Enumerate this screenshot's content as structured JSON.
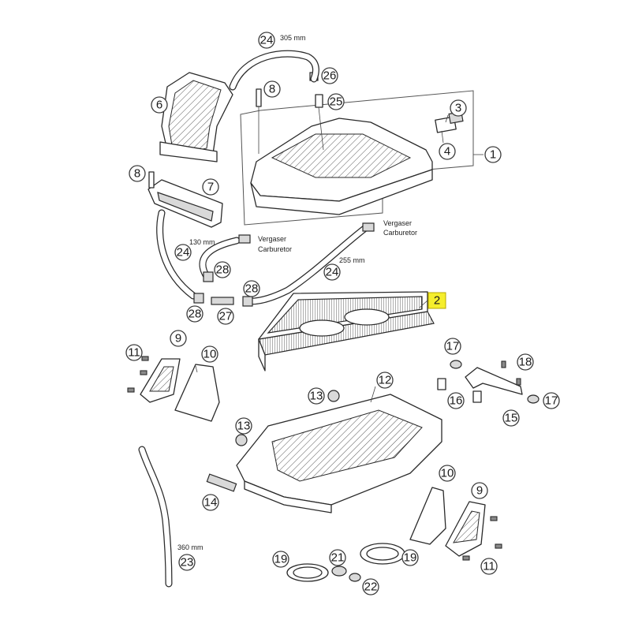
{
  "callouts": {
    "c1": "1",
    "c2": "2",
    "c3": "3",
    "c4": "4",
    "c6": "6",
    "c7": "7",
    "c8": "8",
    "c8b": "8",
    "c9": "9",
    "c9b": "9",
    "c10": "10",
    "c10b": "10",
    "c11": "11",
    "c11b": "11",
    "c12": "12",
    "c13": "13",
    "c13b": "13",
    "c14": "14",
    "c15": "15",
    "c16": "16",
    "c17": "17",
    "c17b": "17",
    "c18": "18",
    "c19": "19",
    "c19b": "19",
    "c21": "21",
    "c22": "22",
    "c23": "23",
    "c24": "24",
    "c24b": "24",
    "c24c": "24",
    "c25": "25",
    "c26": "26",
    "c27": "27",
    "c28": "28",
    "c28b": "28",
    "c28c": "28"
  },
  "notes": {
    "len_305": "305 mm",
    "len_130": "130 mm",
    "len_255": "255 mm",
    "len_360": "360 mm",
    "carb_de_1": "Vergaser",
    "carb_en_1": "Carburetor",
    "carb_de_2": "Vergaser",
    "carb_en_2": "Carburetor"
  },
  "colors": {
    "highlight": "#f5ee2c",
    "line": "#2a2a2a"
  }
}
